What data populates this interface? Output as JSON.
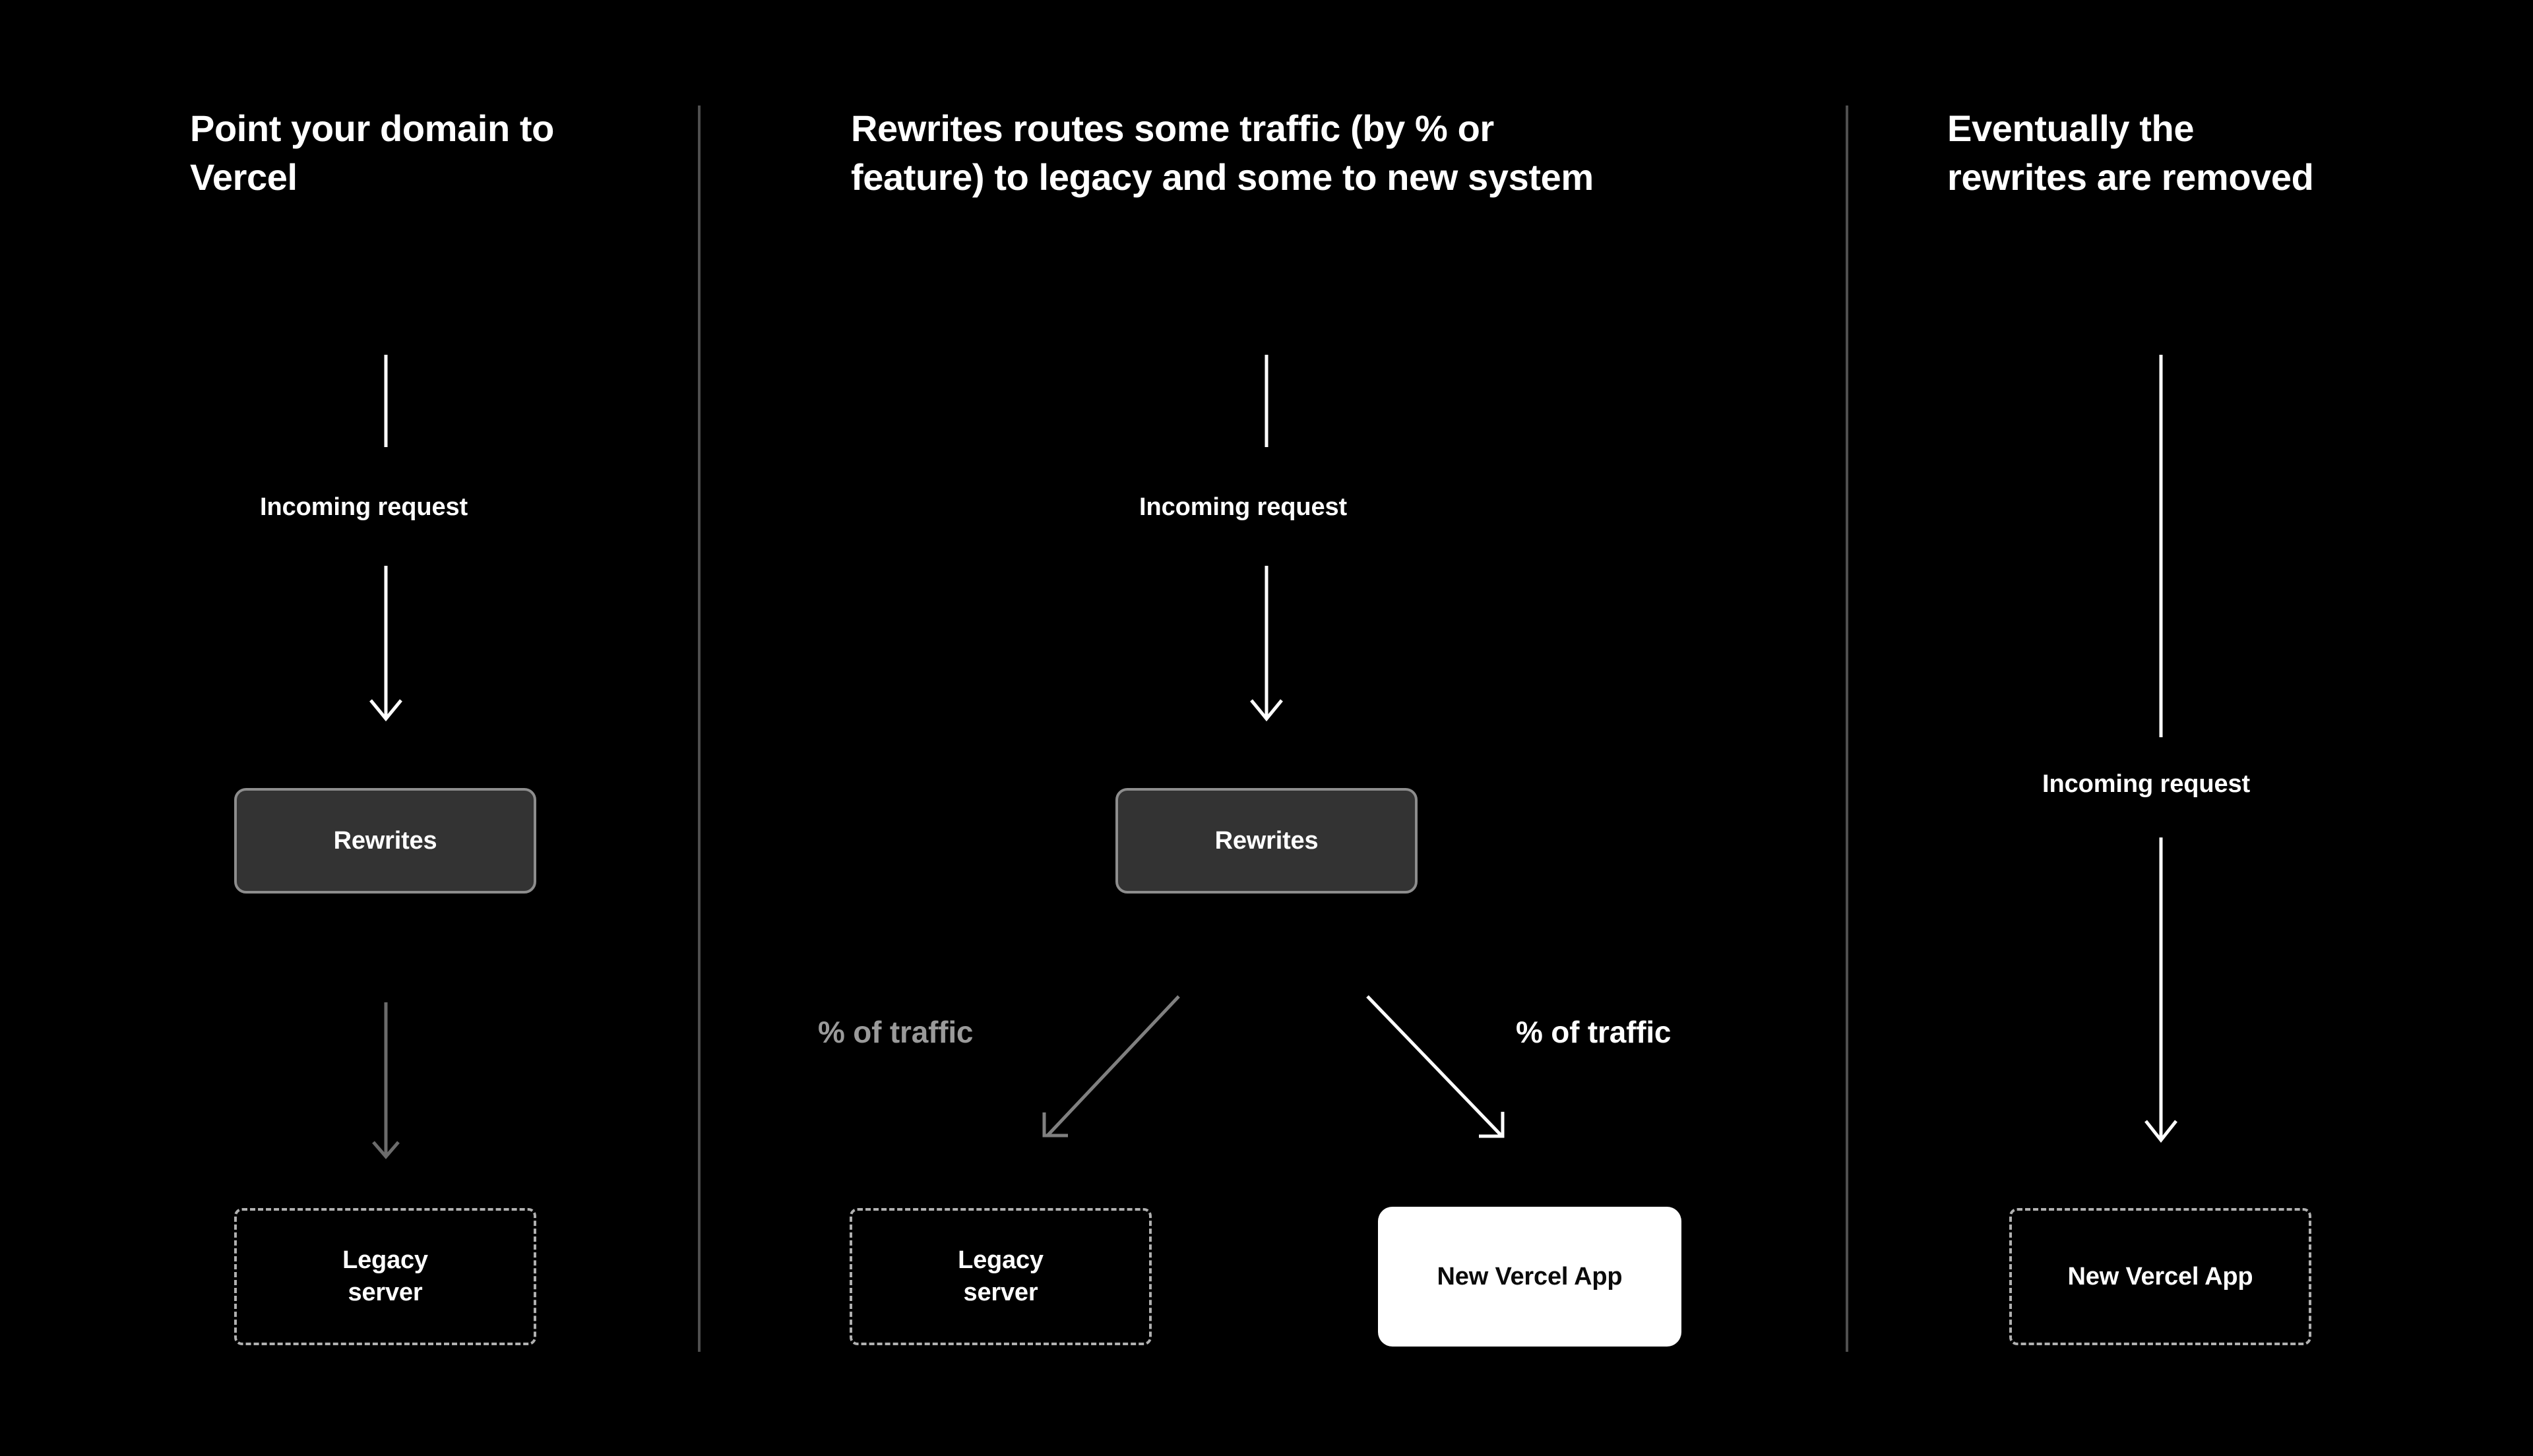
{
  "page": {
    "background": "#000000",
    "title_color": "#ffffff",
    "divider_color": "#4f4f4f",
    "dim_color": "#9a9a9a",
    "accent_white": "#ffffff",
    "box_fill_dark": "#333333",
    "box_border_gray": "#8d8d8d",
    "dashed_border": "#b0b0b0",
    "dim_arrow": "#6b6b6b"
  },
  "columns": [
    {
      "id": "col1",
      "heading": "Point your domain to\nVercel",
      "incoming_label": "Incoming request",
      "nodes": {
        "rewrites": "Rewrites",
        "target": "Legacy\nserver"
      }
    },
    {
      "id": "col2",
      "heading": "Rewrites routes some traffic (by % or\nfeature) to legacy and some to new system",
      "incoming_label": "Incoming request",
      "nodes": {
        "rewrites": "Rewrites",
        "legacy": "Legacy\nserver",
        "new_app": "New Vercel App"
      },
      "branch_labels": {
        "legacy_side": "% of traffic",
        "new_side": "% of traffic"
      }
    },
    {
      "id": "col3",
      "heading": "Eventually the\nrewrites are removed",
      "incoming_label": "Incoming request",
      "nodes": {
        "new_app": "New Vercel App"
      }
    }
  ]
}
